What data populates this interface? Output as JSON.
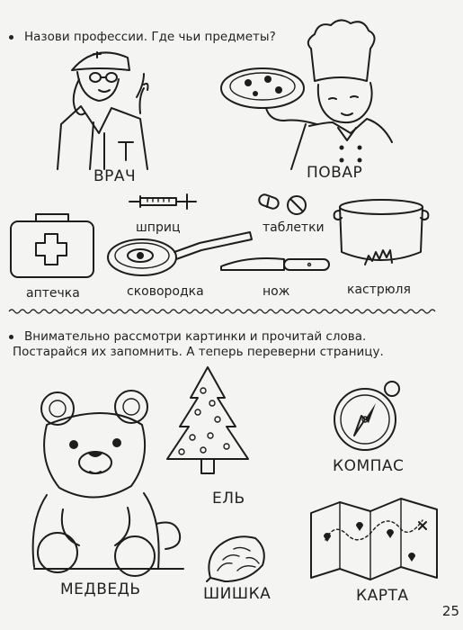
{
  "task1": {
    "text": "Назови профессии. Где чьи предметы?"
  },
  "task2": {
    "line1": "Внимательно рассмотри картинки и прочитай слова.",
    "line2": "Постарайся их запомнить. А теперь переверни страницу."
  },
  "professions": {
    "doctor": "ВРАЧ",
    "cook": "ПОВАР"
  },
  "items": {
    "syringe": "шприц",
    "pills": "таблетки",
    "first_aid": "аптечка",
    "pan": "сковородка",
    "knife": "нож",
    "pot": "кастрюля"
  },
  "memory_words": {
    "bear": "МЕДВЕДЬ",
    "tree": "ЕЛЬ",
    "compass": "КОМПАС",
    "cone": "ШИШКА",
    "map": "КАРТА"
  },
  "page_number": "25"
}
